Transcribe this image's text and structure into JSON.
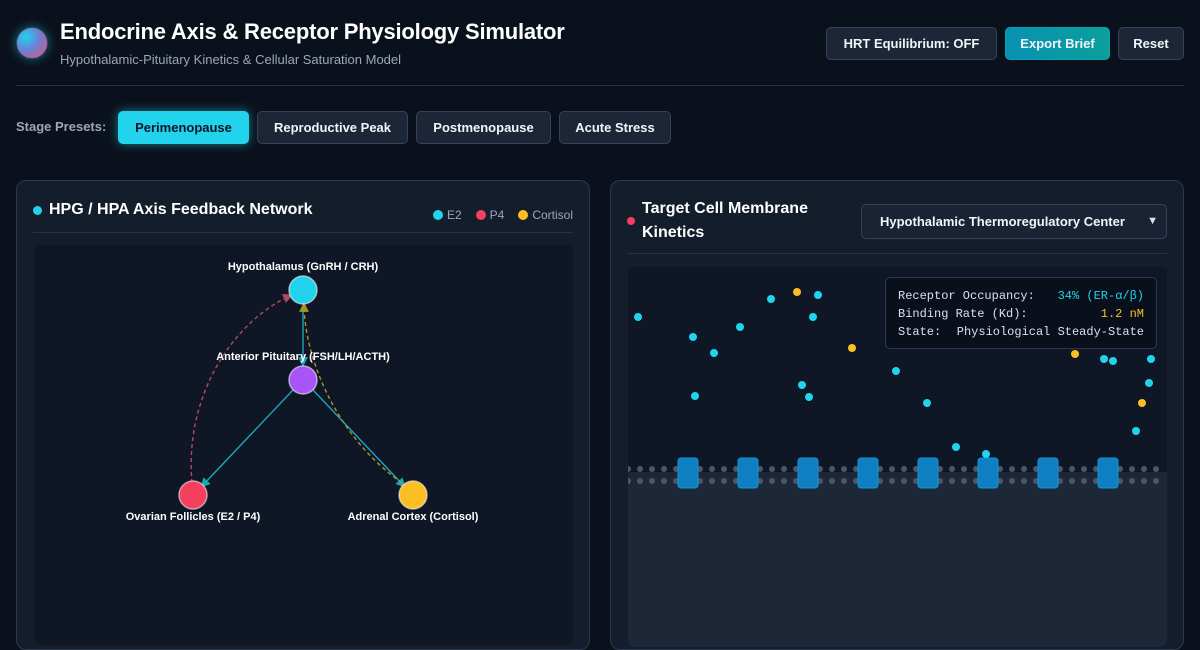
{
  "app": {
    "title": "Endocrine Axis & Receptor Physiology Simulator",
    "subtitle": "Hypothalamic-Pituitary Kinetics & Cellular Saturation Model"
  },
  "header_buttons": {
    "hrt": "HRT Equilibrium: OFF",
    "export": "Export Brief",
    "reset": "Reset"
  },
  "presets": {
    "label": "Stage Presets:",
    "items": [
      "Perimenopause",
      "Reproductive Peak",
      "Postmenopause",
      "Acute Stress"
    ],
    "active": "Perimenopause"
  },
  "network_panel": {
    "title": "HPG / HPA Axis Feedback Network",
    "legend": [
      {
        "label": "E2",
        "color": "#22d3ee"
      },
      {
        "label": "P4",
        "color": "#f43f5e"
      },
      {
        "label": "Cortisol",
        "color": "#fbbf24"
      }
    ],
    "nodes": {
      "hypothalamus": "Hypothalamus (GnRH / CRH)",
      "pituitary": "Anterior Pituitary (FSH/LH/ACTH)",
      "ovarian": "Ovarian Follicles (E2 / P4)",
      "adrenal": "Adrenal Cortex (Cortisol)"
    },
    "node_colors": {
      "hypothalamus": "#22d3ee",
      "pituitary": "#a855f7",
      "ovarian": "#f43f5e",
      "adrenal": "#fbbf24"
    }
  },
  "membrane_panel": {
    "title": "Target Cell Membrane Kinetics",
    "tissue_select": "Hypothalamic Thermoregulatory Center",
    "stats": {
      "occupancy_label": "Receptor Occupancy:",
      "occupancy_value": "34% (ER-α/β)",
      "binding_label": "Binding Rate (Kd):",
      "binding_value": "1.2 nM",
      "state_label": "State:",
      "state_value": "Physiological Steady-State"
    }
  }
}
